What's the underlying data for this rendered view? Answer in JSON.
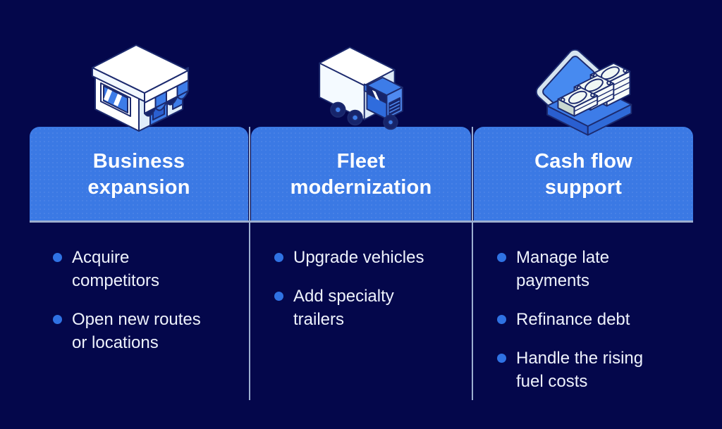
{
  "page": {
    "background_color": "#04074B",
    "card_color": "#3B79E4",
    "divider_color": "#9DAFD0",
    "bullet_color": "#2F72E3",
    "title_text_color": "#FFFFFF",
    "body_text_color": "#EEF2FC"
  },
  "columns": [
    {
      "id": "business-expansion",
      "icon": "storefront-icon",
      "title": "Business\nexpansion",
      "items": [
        "Acquire\ncompetitors",
        "Open new routes\nor locations"
      ]
    },
    {
      "id": "fleet-modernization",
      "icon": "truck-icon",
      "title": "Fleet\nmodernization",
      "items": [
        "Upgrade vehicles",
        "Add specialty\ntrailers"
      ]
    },
    {
      "id": "cash-flow-support",
      "icon": "money-case-icon",
      "title": "Cash flow\nsupport",
      "items": [
        "Manage late\npayments",
        "Refinance debt",
        "Handle the rising\nfuel costs"
      ]
    }
  ]
}
